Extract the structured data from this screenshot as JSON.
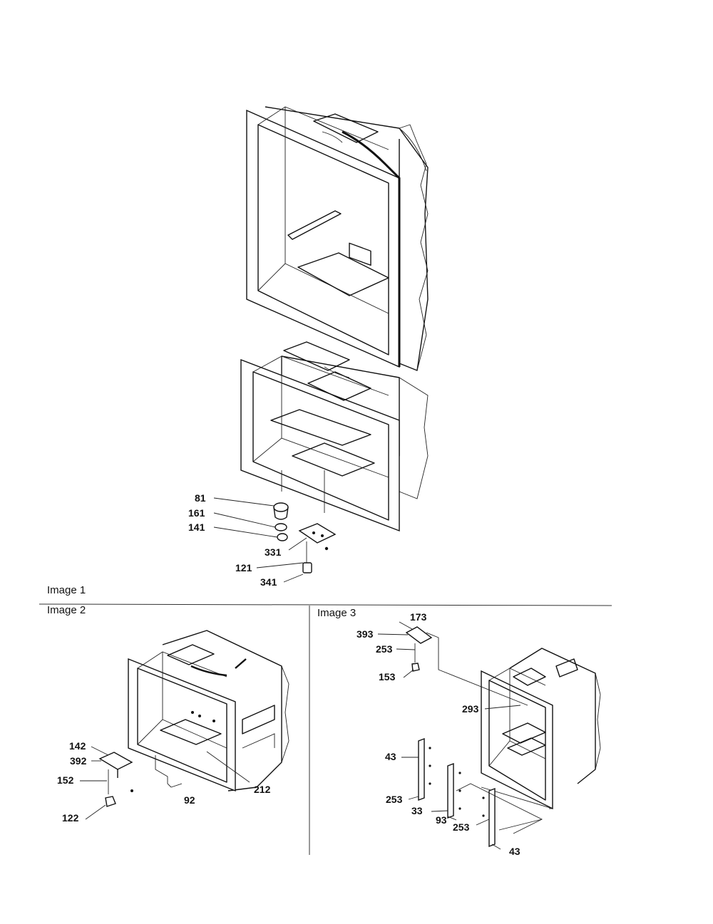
{
  "captions": {
    "image1": "Image 1",
    "image2": "Image 2",
    "image3": "Image 3"
  },
  "callouts": {
    "main": [
      "81",
      "161",
      "141",
      "331",
      "121",
      "341"
    ],
    "image2": [
      "142",
      "392",
      "152",
      "122",
      "92",
      "212"
    ],
    "image3": [
      "173",
      "393",
      "253",
      "153",
      "293",
      "43",
      "253",
      "33",
      "93",
      "253",
      "43"
    ]
  }
}
